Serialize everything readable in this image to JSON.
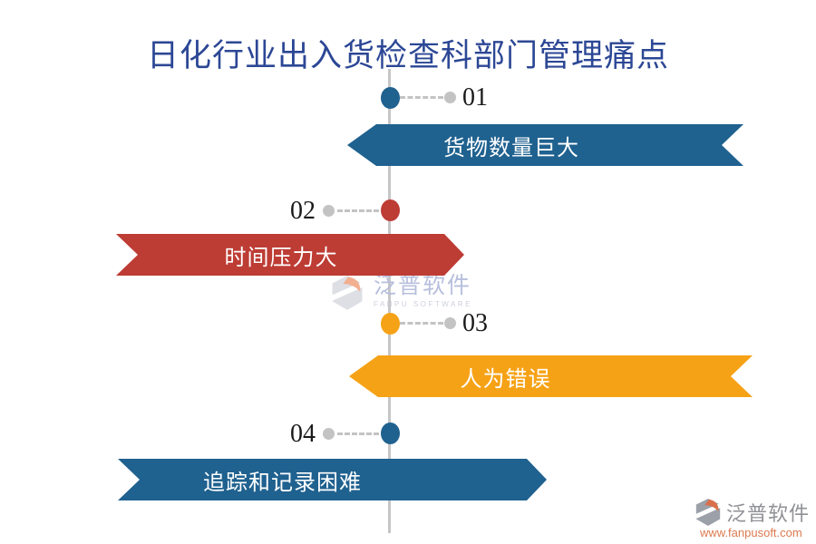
{
  "title": "日化行业出入货检查科部门管理痛点",
  "timeline": {
    "items": [
      {
        "number": "01",
        "label": "货物数量巨大",
        "color": "#1F618F",
        "side": "right"
      },
      {
        "number": "02",
        "label": "时间压力大",
        "color": "#BD3C34",
        "side": "left"
      },
      {
        "number": "03",
        "label": "人为错误",
        "color": "#F6A216",
        "side": "right"
      },
      {
        "number": "04",
        "label": "追踪和记录困难",
        "color": "#1F618F",
        "side": "left"
      }
    ]
  },
  "watermark": {
    "brand": "泛普软件",
    "subtitle": "FANPU SOFTWARE"
  },
  "footer": {
    "brand": "泛普软件",
    "url": "www.fanpusoft.com"
  },
  "colors": {
    "title_navy": "#2C4795",
    "spine_gray": "#C6C6C6",
    "connector_gray": "#C3C3C3",
    "banner_text": "#FFFFFF",
    "footer_url_orange": "#DC7A50"
  }
}
